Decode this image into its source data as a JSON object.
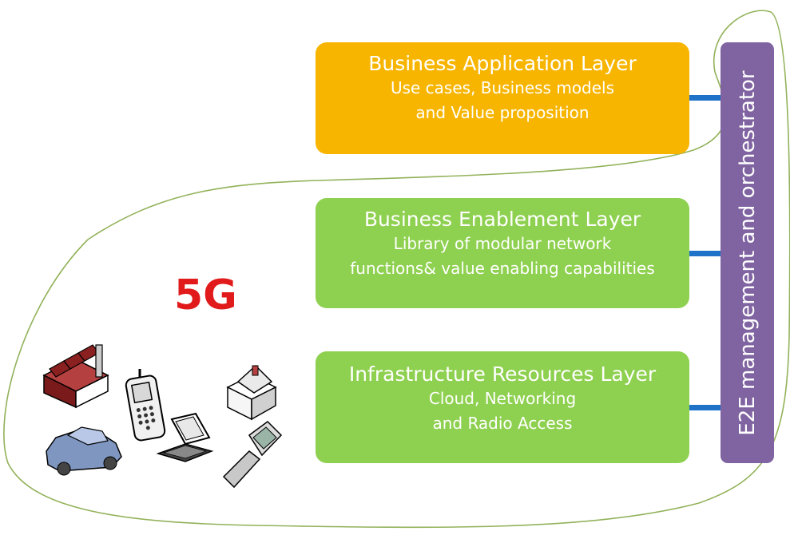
{
  "center_label": "5G",
  "colors": {
    "business_application": "#f7b500",
    "business_enablement": "#8ed04f",
    "infrastructure": "#8ed04f",
    "orchestrator": "#8064a2",
    "connector": "#1e73c8",
    "outline": "#92b25a",
    "label_5g": "#e11b1b"
  },
  "layers": {
    "business_application": {
      "title": "Business Application Layer",
      "line1": "Use cases,  Business models",
      "line2": "and Value proposition"
    },
    "business_enablement": {
      "title": "Business Enablement Layer",
      "line1": "Library of modular network",
      "line2": "functions& value enabling capabilities"
    },
    "infrastructure": {
      "title": "Infrastructure Resources Layer",
      "line1": "Cloud, Networking",
      "line2": "and Radio Access"
    }
  },
  "orchestrator": {
    "label": "E2E management and orchestrator"
  },
  "devices": [
    "factory-icon",
    "mobile-phone-icon",
    "house-icon",
    "car-icon",
    "laptop-icon",
    "flip-phone-icon"
  ]
}
